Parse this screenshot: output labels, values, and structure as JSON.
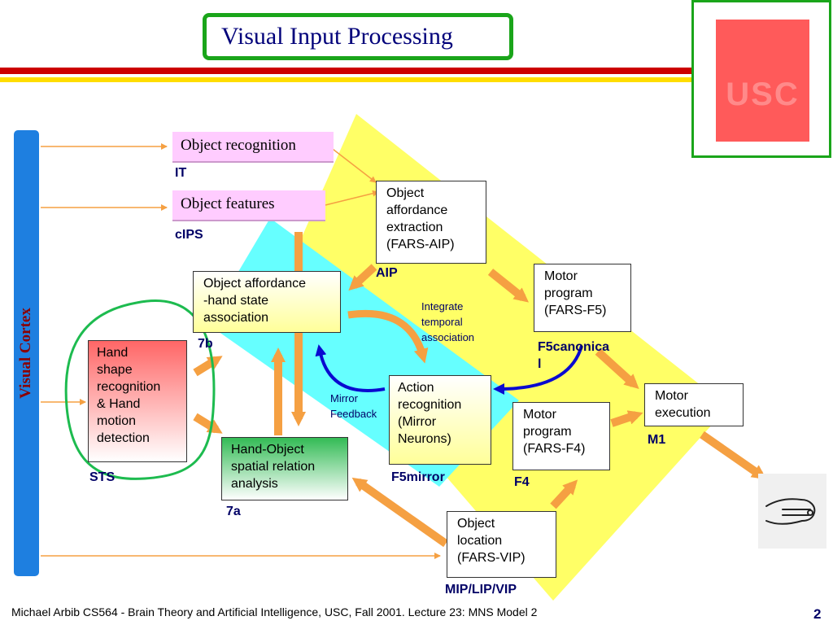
{
  "title": "Visual Input Processing",
  "sidebar_label": "Visual Cortex",
  "logo": {
    "text": "USC",
    "color": "#ff5a5a"
  },
  "boxes": {
    "object_recognition": "Object recognition",
    "object_features": "Object features",
    "object_affordance_extraction": [
      "Object",
      "affordance",
      "extraction",
      "(FARS-AIP)"
    ],
    "object_affordance_hand_state": [
      "Object affordance",
      "-hand state",
      "association"
    ],
    "motor_program_f5": [
      "Motor",
      "program",
      "(FARS-F5)"
    ],
    "hand_shape_recognition": [
      "Hand",
      "shape",
      "recognition",
      "& Hand",
      "motion",
      "detection"
    ],
    "action_recognition": [
      "Action",
      "recognition",
      "(Mirror",
      "Neurons)"
    ],
    "motor_program_f4": [
      "Motor",
      "program",
      "(FARS-F4)"
    ],
    "motor_execution": [
      "Motor",
      "execution"
    ],
    "hand_object_spatial": [
      "Hand-Object",
      "spatial relation",
      "analysis"
    ],
    "object_location": [
      "Object",
      "location",
      "(FARS-VIP)"
    ]
  },
  "region_labels": {
    "it": "IT",
    "cips": "cIPS",
    "aip": "AIP",
    "b7": "7b",
    "f5canonical": [
      "F5canonica",
      "l"
    ],
    "sts": "STS",
    "f5mirror": "F5mirror",
    "f4": "F4",
    "m1": "M1",
    "a7": "7a",
    "mip_lip_vip": "MIP/LIP/VIP"
  },
  "annotations": {
    "integrate_temporal": [
      "Integrate",
      "temporal",
      "association"
    ],
    "mirror_feedback": [
      "Mirror",
      "Feedback"
    ]
  },
  "footer": "Michael Arbib CS564 - Brain Theory and Artificial Intelligence,  USC, Fall 2001. Lecture 23: MNS Model 2",
  "page_number": "2",
  "colors": {
    "yellow_band": "#ffff66",
    "cyan_band": "#66ffff",
    "arrow_orange": "#f5a042",
    "feedback_blue": "#0a0ad0",
    "accent_green": "#1aa51a",
    "cortex_blue": "#1e7fe0"
  }
}
